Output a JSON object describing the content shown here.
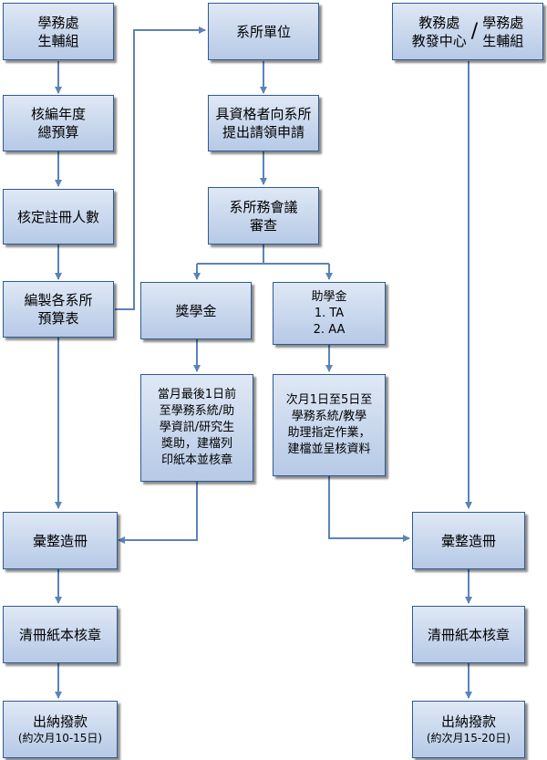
{
  "col_left": {
    "n1": [
      "學務處",
      "生輔組"
    ],
    "n2": [
      "核編年度",
      "總預算"
    ],
    "n3": [
      "核定註冊人數"
    ],
    "n4": [
      "編製各系所",
      "預算表"
    ],
    "n5": [
      "彙整造冊"
    ],
    "n6": [
      "清冊紙本核章"
    ],
    "n7": [
      "出納撥款",
      "(約次月10-15日)"
    ]
  },
  "col_mid": {
    "n1": [
      "系所單位"
    ],
    "n2": [
      "具資格者向系所",
      "提出請領申請"
    ],
    "n3": [
      "系所務會議",
      "審查"
    ],
    "scholarship": [
      "獎學金"
    ],
    "scholarship_note": [
      "當月最後1日前",
      "至學務系統/助",
      "學資訊/研究生",
      "獎助，建檔列",
      "印紙本並核章"
    ],
    "assistantship": [
      "助學金",
      "1. TA",
      "2. AA"
    ],
    "assistantship_note": [
      "次月1日至5日至",
      "學務系統/教學",
      "助理指定作業，",
      "建檔並呈核資料"
    ]
  },
  "col_right": {
    "n1_left": [
      "教務處",
      "教發中心"
    ],
    "n1_sep": "/",
    "n1_right": [
      "學務處",
      "生輔組"
    ],
    "n2": [
      "彙整造冊"
    ],
    "n3": [
      "清冊紙本核章"
    ],
    "n4": [
      "出納撥款",
      "(約次月15-20日)"
    ]
  },
  "colors": {
    "box_top": "#dfe8f5",
    "box_bottom": "#b6c9e6",
    "border": "#2f5a92",
    "connector": "#5b83ba"
  }
}
